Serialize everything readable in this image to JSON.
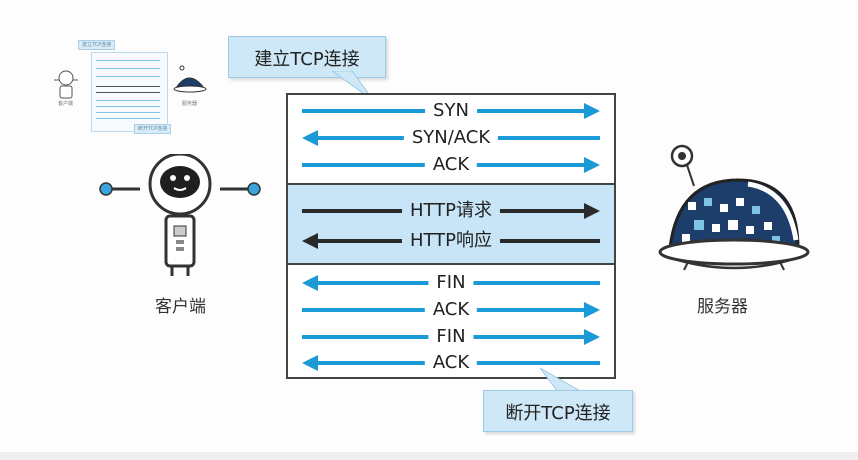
{
  "callouts": {
    "establish": "建立TCP连接",
    "close": "断开TCP连接"
  },
  "tcp_handshake": [
    {
      "label": "SYN",
      "direction": "right"
    },
    {
      "label": "SYN/ACK",
      "direction": "left"
    },
    {
      "label": "ACK",
      "direction": "right"
    }
  ],
  "http_exchange": [
    {
      "label": "HTTP请求",
      "direction": "right"
    },
    {
      "label": "HTTP响应",
      "direction": "left"
    }
  ],
  "tcp_teardown": [
    {
      "label": "FIN",
      "direction": "left"
    },
    {
      "label": "ACK",
      "direction": "right"
    },
    {
      "label": "FIN",
      "direction": "right"
    },
    {
      "label": "ACK",
      "direction": "left"
    }
  ],
  "client_label": "客户端",
  "server_label": "服务器",
  "colors": {
    "tcp_arrow": "#1a9ad6",
    "http_arrow": "#2a2a2a",
    "http_band": "#c7e5f6",
    "callout_bg": "#cfe8f7"
  },
  "icons": {
    "client": "robot-icon",
    "server": "dome-server-icon"
  }
}
